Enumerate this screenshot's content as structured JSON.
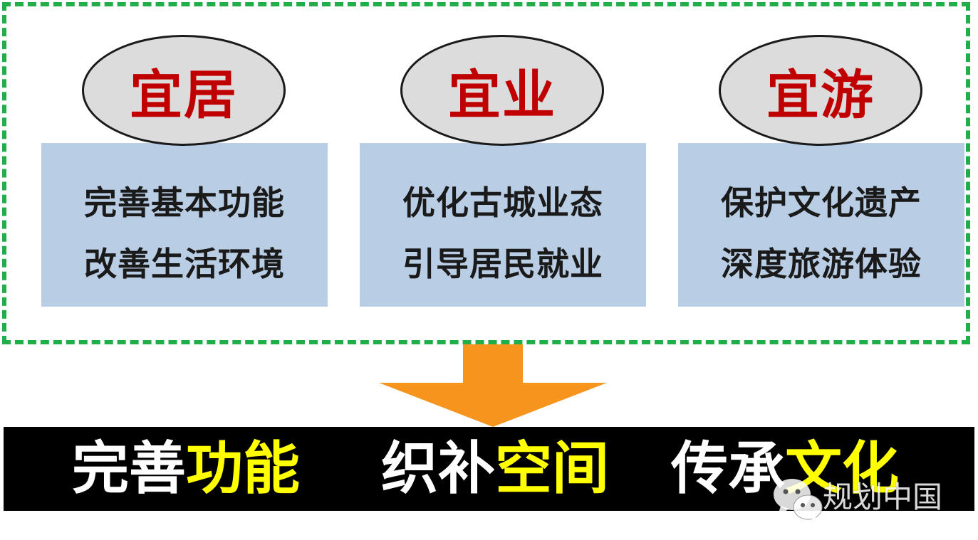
{
  "columns": [
    {
      "title": "宜居",
      "lines": [
        "完善基本功能",
        "改善生活环境"
      ]
    },
    {
      "title": "宜业",
      "lines": [
        "优化古城业态",
        "引导居民就业"
      ]
    },
    {
      "title": "宜游",
      "lines": [
        "保护文化遗产",
        "深度旅游体验"
      ]
    }
  ],
  "bottom": {
    "phrase_1": {
      "white": "完善",
      "yellow": "功能"
    },
    "phrase_2": {
      "white": "织补",
      "yellow": "空间"
    },
    "phrase_3": {
      "white": "传承",
      "yellow": "文化"
    }
  },
  "watermark": {
    "text": "规划中国",
    "icon": "wechat-icon"
  },
  "colors": {
    "frame_dash": "#1fae48",
    "title_red": "#c00000",
    "ellipse_fill": "#dcdcdc",
    "box_blue": "#b9cde5",
    "arrow_orange": "#f7941d",
    "band_black": "#000000",
    "highlight_yellow": "#ffff00"
  }
}
